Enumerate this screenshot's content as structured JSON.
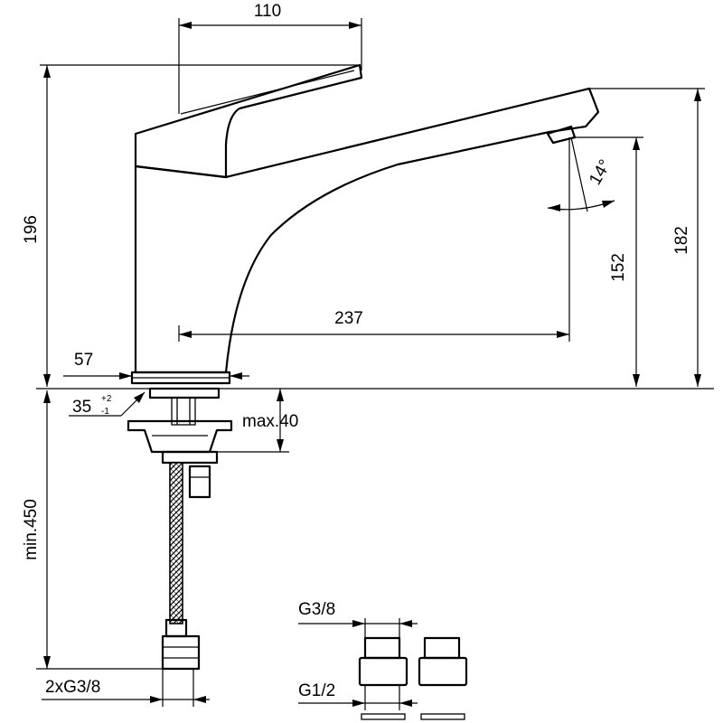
{
  "dimensions": {
    "handle_width": "110",
    "total_height": "196",
    "spout_height": "182",
    "outlet_height": "152",
    "spout_reach": "237",
    "base_diameter": "57",
    "mounting_hole": "35",
    "mounting_hole_tol_upper": "+2",
    "mounting_hole_tol_lower": "-1",
    "max_deck_thickness": "max.40",
    "min_hose_length": "min.450",
    "spray_angle": "14°",
    "hose_connection": "2xG3/8",
    "adapter_thread_top": "G3/8",
    "adapter_thread_bottom": "G1/2"
  }
}
